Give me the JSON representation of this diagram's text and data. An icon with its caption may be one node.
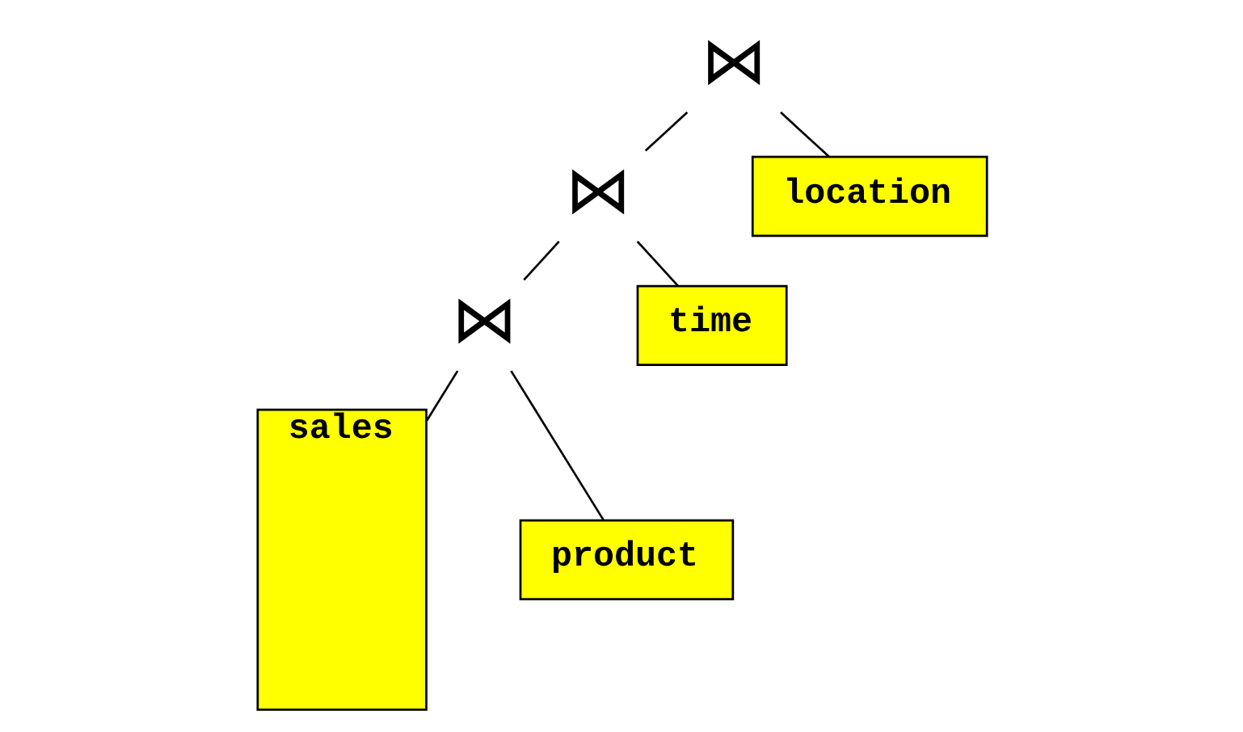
{
  "diagram": {
    "nodes": [
      {
        "text": [
          "⋈"
        ]
      },
      {
        "text": [
          "⋈"
        ]
      },
      {
        "text": [
          "location"
        ]
      },
      {
        "text": [
          "⋈"
        ]
      },
      {
        "text": [
          "time"
        ]
      },
      {
        "text": [
          "sales"
        ]
      },
      {
        "text": [
          "product"
        ]
      }
    ],
    "edges": [
      {
        "from": 0,
        "to": 1,
        "arrow": "none"
      },
      {
        "from": 0,
        "to": 2,
        "arrow": "none"
      },
      {
        "from": 1,
        "to": 3,
        "arrow": "none"
      },
      {
        "from": 1,
        "to": 4,
        "arrow": "none"
      },
      {
        "from": 3,
        "to": 5,
        "arrow": "none"
      },
      {
        "from": 3,
        "to": 6,
        "arrow": "none"
      }
    ]
  }
}
